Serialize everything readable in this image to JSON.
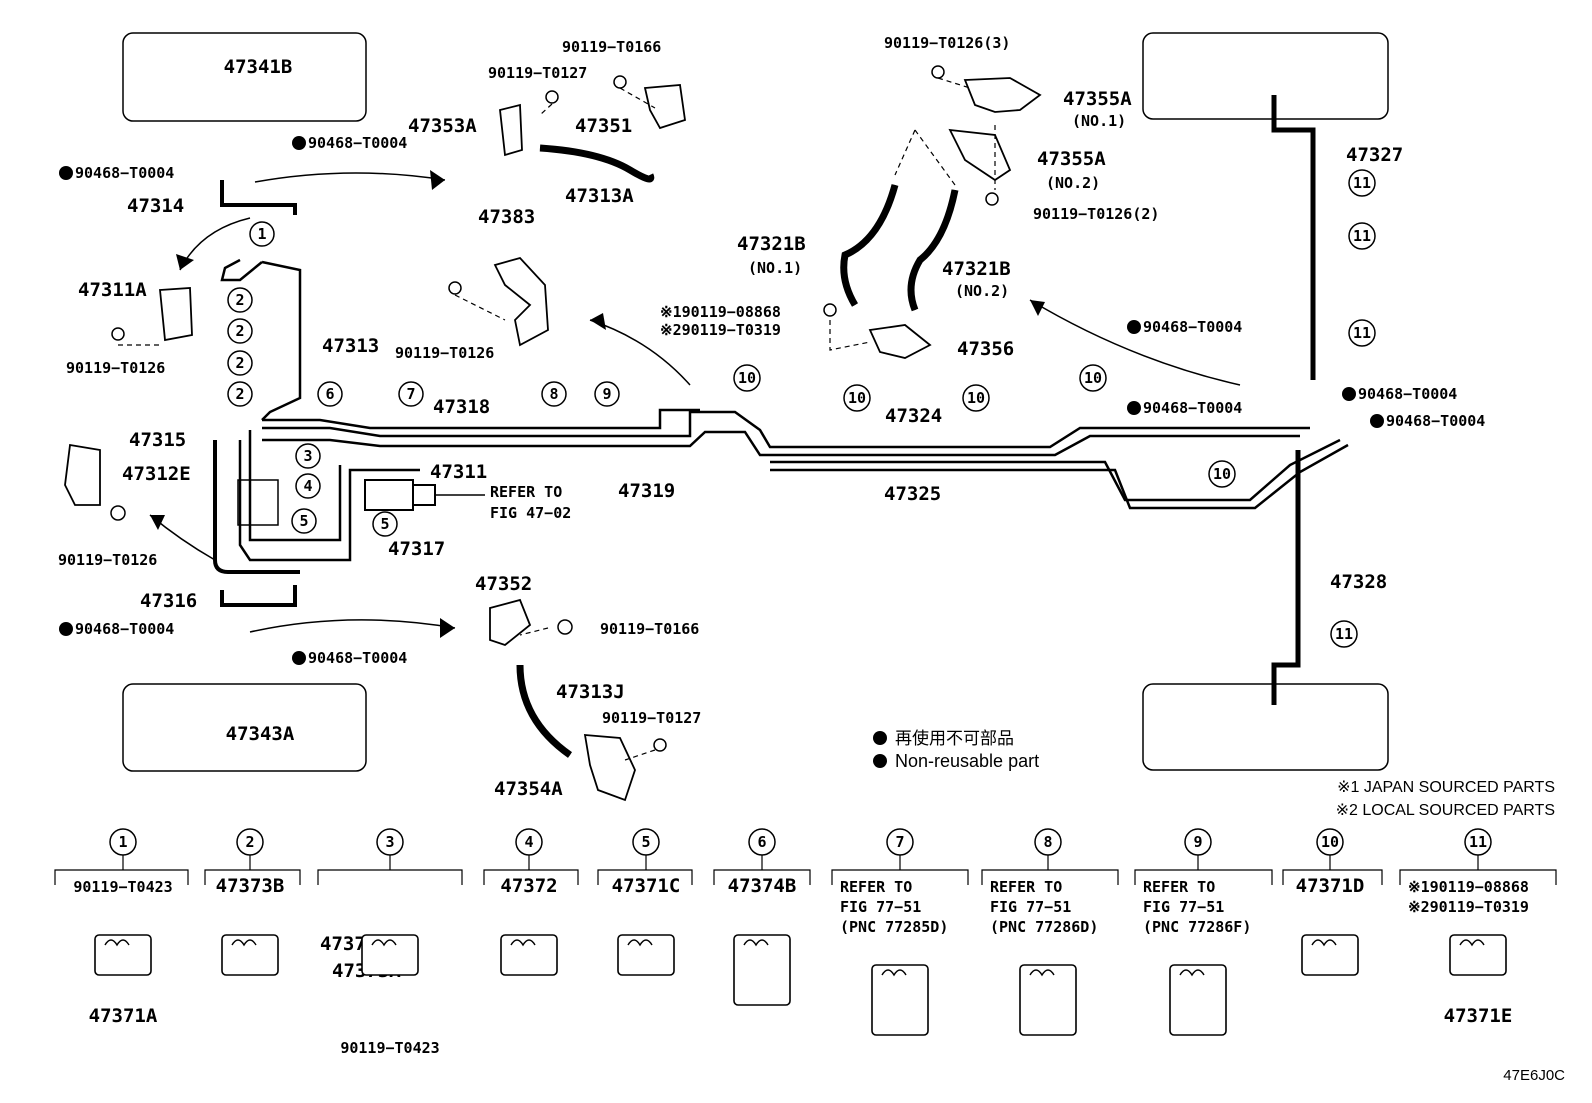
{
  "colors": {
    "ink": "#000000",
    "paper": "#ffffff"
  },
  "parts": {
    "p47341B": "47341B",
    "p90119_T0166_a": "90119−T0166",
    "p90119_T0127_a": "90119−T0127",
    "p47353A": "47353A",
    "p47351": "47351",
    "p90468_a": "90468−T0004",
    "p90468_b": "90468−T0004",
    "p47313A": "47313A",
    "p47314": "47314",
    "p47311A": "47311A",
    "p90119_T0126_a": "90119−T0126",
    "p47313": "47313",
    "p47383": "47383",
    "p90119_T0126_b": "90119−T0126",
    "p90119_T0126_3": "90119−T0126(3)",
    "p47355A_1": "47355A",
    "no1_a": "(NO.1)",
    "p47355A_2": "47355A",
    "no2_a": "(NO.2)",
    "p90119_T0126_2": "90119−T0126(2)",
    "p47321B_1": "47321B",
    "no1_b": "(NO.1)",
    "p47321B_2": "47321B",
    "no2_b": "(NO.2)",
    "p90119_08868_a": "※190119−08868",
    "p90119_T0319_a": "※290119−T0319",
    "p47356": "47356",
    "p47327": "47327",
    "p90468_c": "90468−T0004",
    "p90468_d": "90468−T0004",
    "p90468_e": "90468−T0004",
    "p90468_f": "90468−T0004",
    "p47318": "47318",
    "p47324": "47324",
    "p47315": "47315",
    "p47312E": "47312E",
    "p47311": "47311",
    "refer_main_1": "REFER TO",
    "refer_main_2": "FIG 47−02",
    "p47319": "47319",
    "p47325": "47325",
    "p47317": "47317",
    "p90119_T0126_c": "90119−T0126",
    "p47316": "47316",
    "p90468_g": "90468−T0004",
    "p90468_h": "90468−T0004",
    "p47352": "47352",
    "p90119_T0166_b": "90119−T0166",
    "p47313J": "47313J",
    "p90119_T0127_b": "90119−T0127",
    "p47354A": "47354A",
    "p47343A": "47343A",
    "p47328": "47328",
    "legend_jp": "再使用不可部品",
    "legend_en": "Non-reusable part",
    "note1": "※1 JAPAN SOURCED PARTS",
    "note2": "※2 LOCAL SOURCED PARTS",
    "fig_code": "47E6J0C"
  },
  "callouts": [
    "1",
    "2",
    "3",
    "4",
    "5",
    "6",
    "7",
    "8",
    "9",
    "10",
    "11"
  ],
  "legend_boxes": [
    {
      "num": "1",
      "lines": [
        "90119−T0423"
      ],
      "bottom": "47371A"
    },
    {
      "num": "2",
      "lines": [
        "47373B"
      ]
    },
    {
      "num": "3",
      "lines": [
        "47375",
        "47373A"
      ],
      "bottom": "90119−T0423"
    },
    {
      "num": "4",
      "lines": [
        "47372"
      ]
    },
    {
      "num": "5",
      "lines": [
        "47371C"
      ]
    },
    {
      "num": "6",
      "lines": [
        "47374B"
      ]
    },
    {
      "num": "7",
      "lines": [
        "REFER TO",
        "FIG 77−51",
        "(PNC 77285D)"
      ]
    },
    {
      "num": "8",
      "lines": [
        "REFER TO",
        "FIG 77−51",
        "(PNC 77286D)"
      ]
    },
    {
      "num": "9",
      "lines": [
        "REFER TO",
        "FIG 77−51",
        "(PNC 77286F)"
      ]
    },
    {
      "num": "10",
      "lines": [
        "47371D"
      ]
    },
    {
      "num": "11",
      "lines": [
        "※190119−08868",
        "※290119−T0319"
      ],
      "bottom": "47371E"
    }
  ]
}
